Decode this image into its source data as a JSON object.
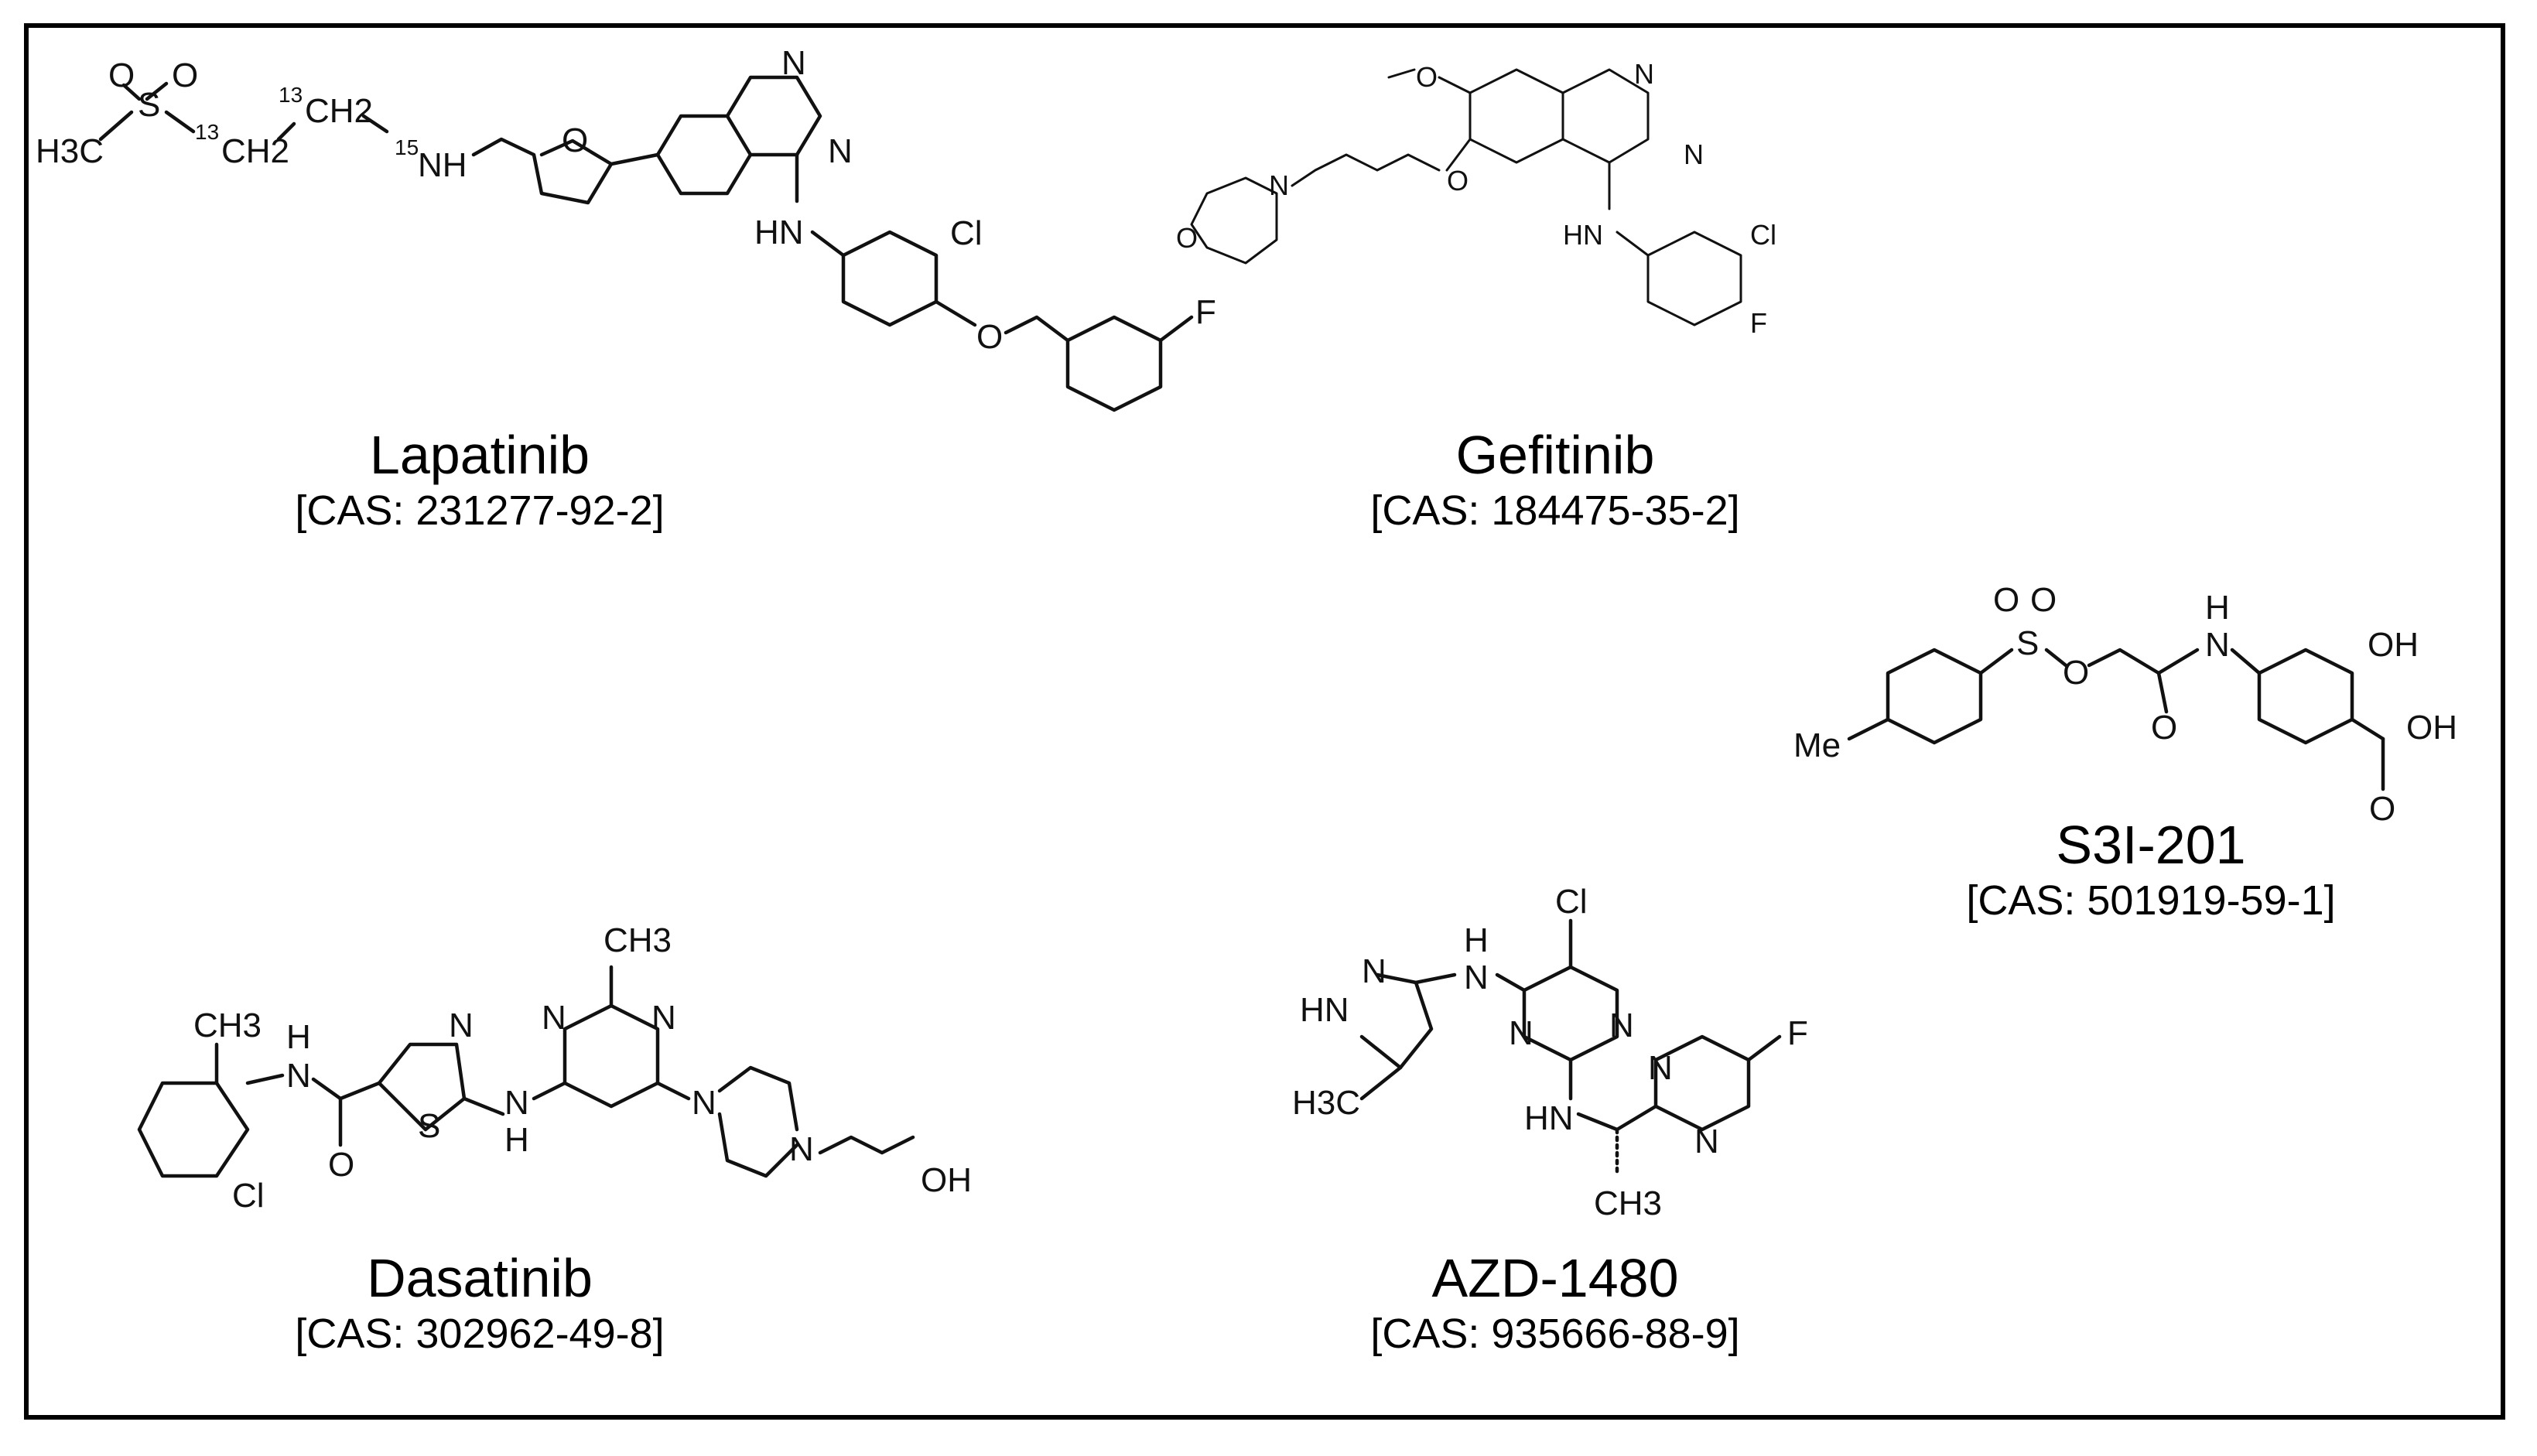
{
  "compounds": [
    {
      "id": "lapatinib",
      "name": "Lapatinib",
      "cas": "[CAS: 231277-92-2]"
    },
    {
      "id": "gefitinib",
      "name": "Gefitinib",
      "cas": "[CAS: 184475-35-2]"
    },
    {
      "id": "s3i201",
      "name": "S3I-201",
      "cas": "[CAS: 501919-59-1]"
    },
    {
      "id": "dasatinib",
      "name": "Dasatinib",
      "cas": "[CAS: 302962-49-8]"
    },
    {
      "id": "azd1480",
      "name": "AZD-1480",
      "cas": "[CAS: 935666-88-9]"
    }
  ],
  "atom_labels": {
    "H3C": "H3C",
    "CH3": "CH3",
    "CH2": "CH2",
    "NH": "NH",
    "HN": "HN",
    "N": "N",
    "O": "O",
    "S": "S",
    "Cl": "Cl",
    "F": "F",
    "OH": "OH",
    "Me": "Me",
    "H": "H",
    "iso13": "13",
    "iso15": "15"
  },
  "colors": {
    "frame": "#000000",
    "ink": "#111111",
    "background": "#ffffff"
  }
}
